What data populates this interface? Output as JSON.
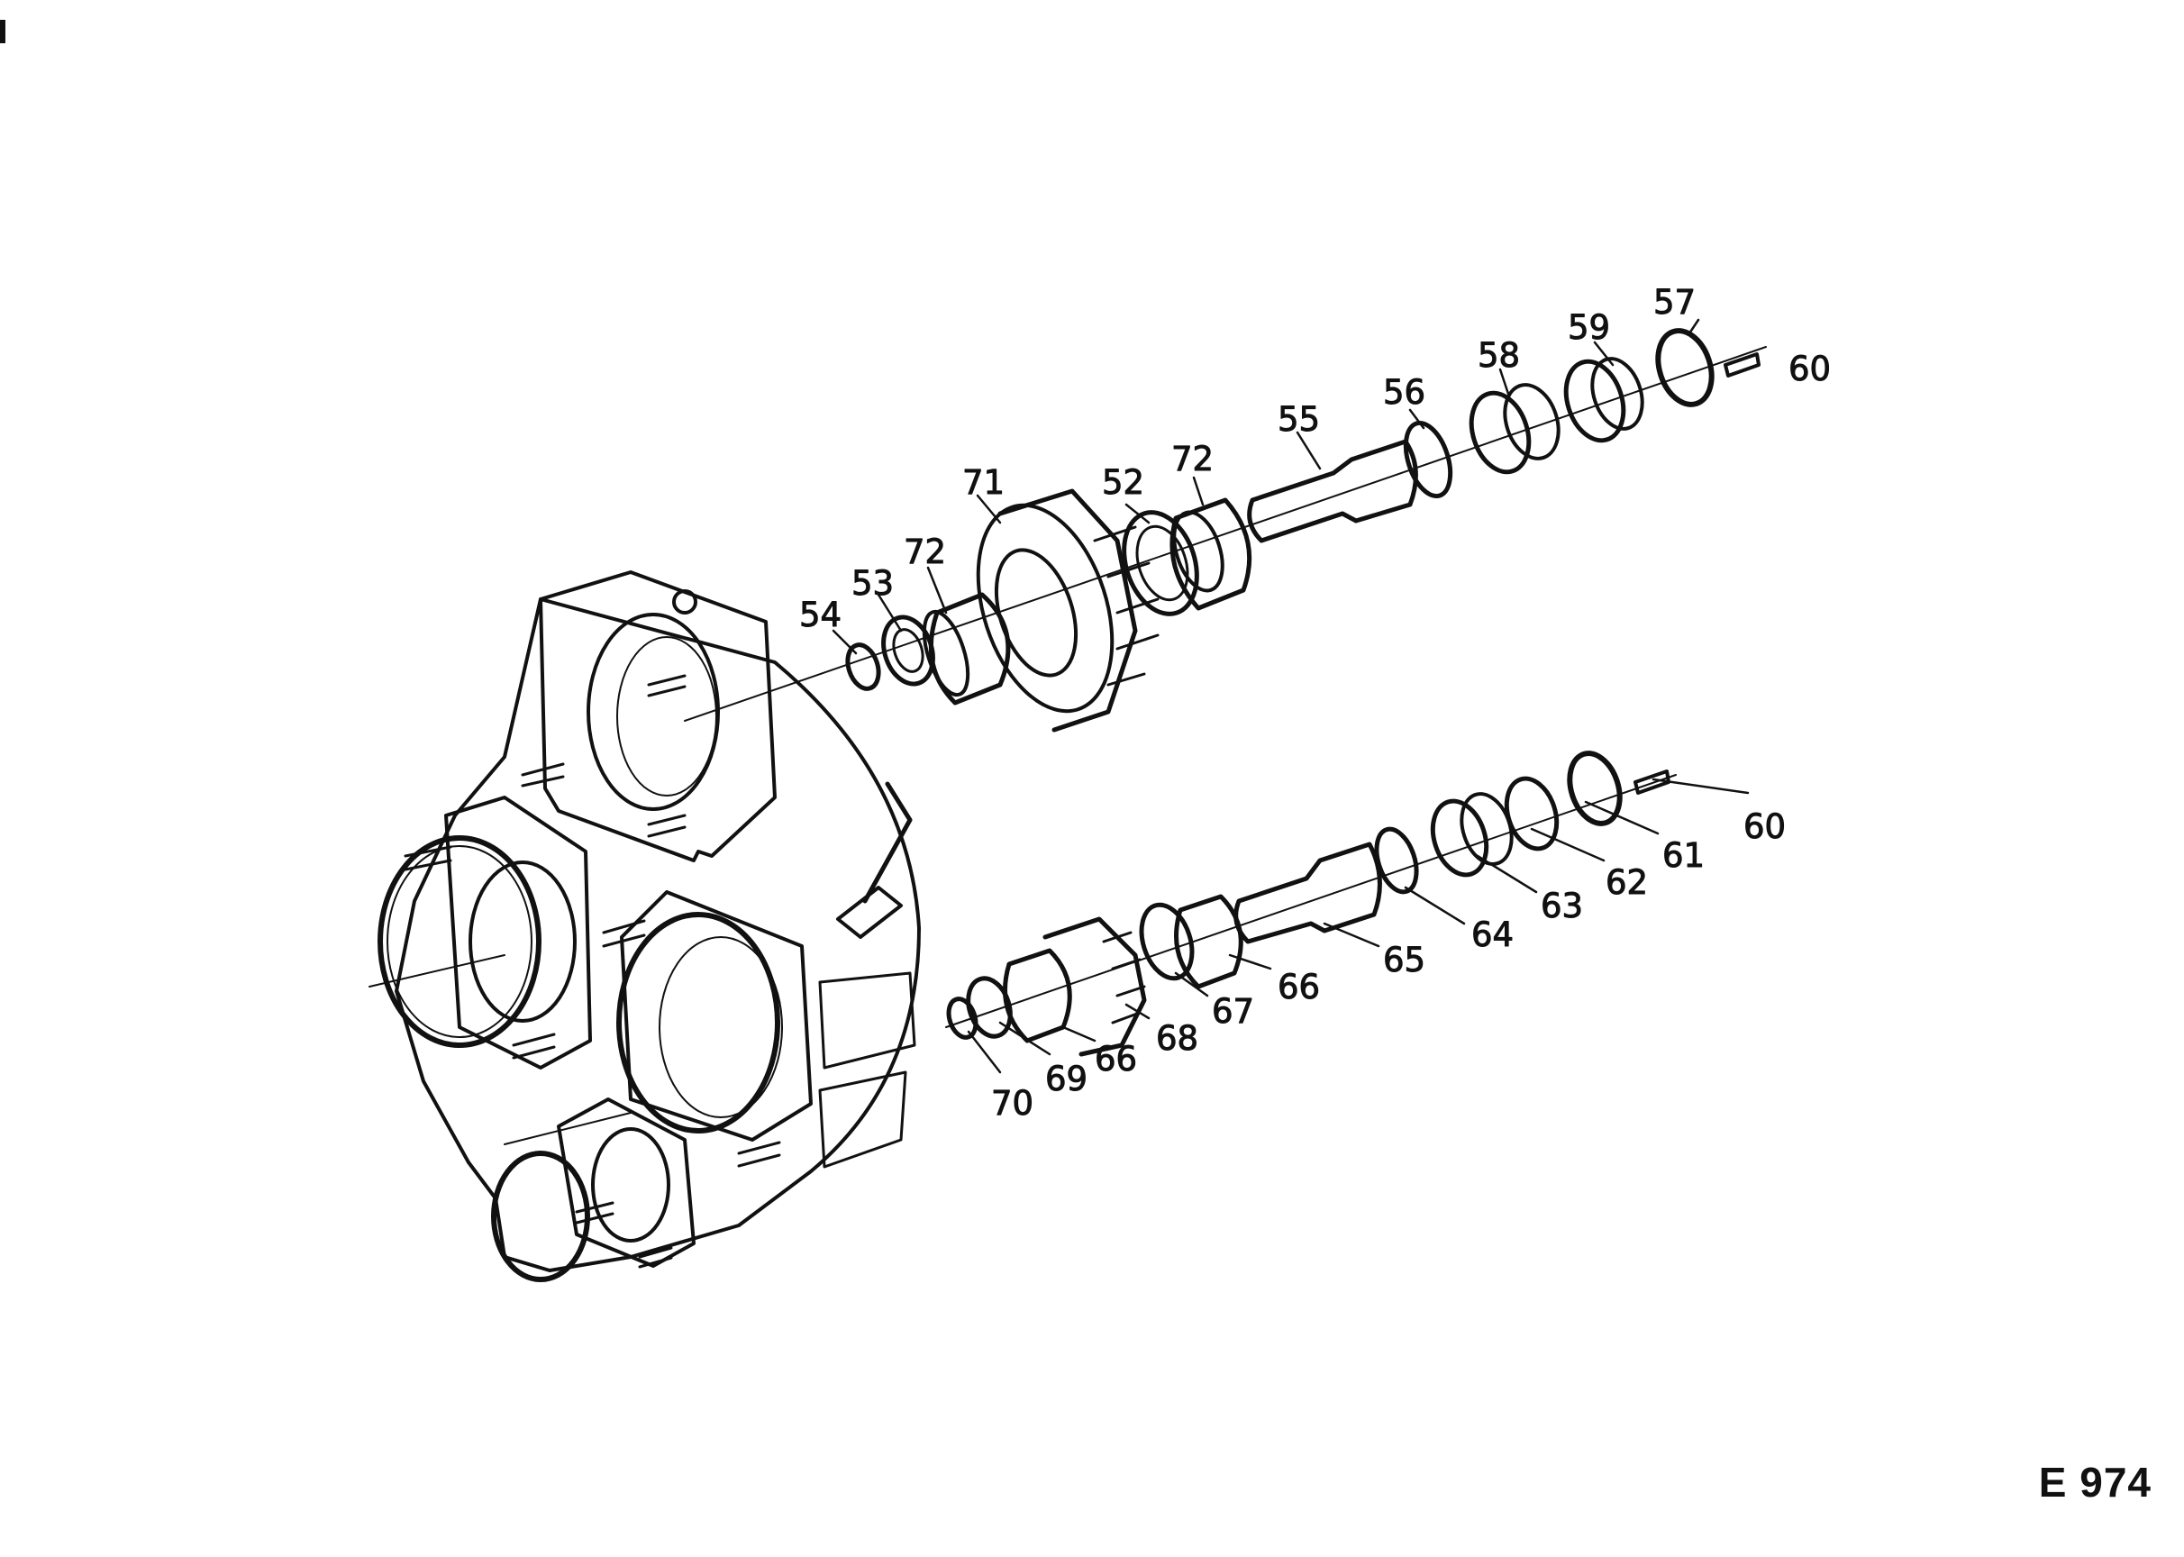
{
  "drawing_ref": "E 974",
  "colors": {
    "ink": "#111111",
    "paper": "#ffffff"
  },
  "callouts": [
    "54",
    "53",
    "72",
    "71",
    "52",
    "72",
    "55",
    "56",
    "58",
    "59",
    "57",
    "60",
    "60",
    "61",
    "62",
    "63",
    "64",
    "65",
    "66",
    "67",
    "68",
    "66",
    "69",
    "70"
  ]
}
